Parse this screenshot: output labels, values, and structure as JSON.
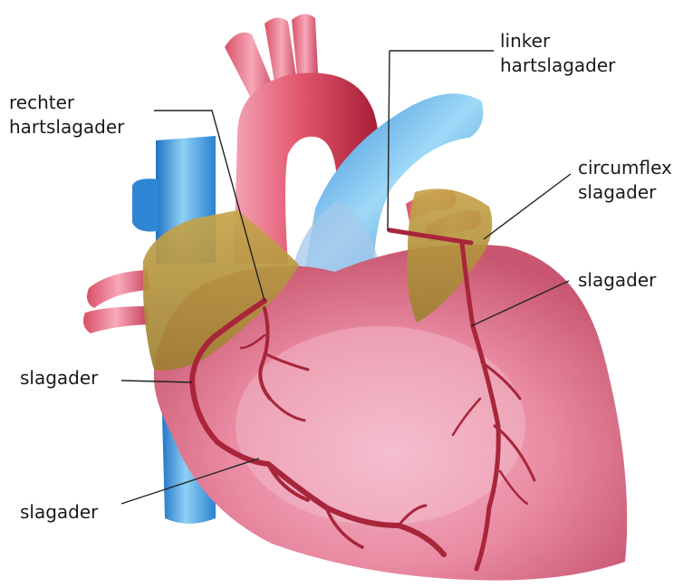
{
  "colors": {
    "background": "#ffffff",
    "heart_muscle": "#e7869c",
    "heart_highlight": "#f6c3d3",
    "aorta": "#d8465c",
    "vein": "#3b97de",
    "atrium": "#b5963a",
    "artery": "#a8253a",
    "leader_line": "#222222",
    "text": "#1a1a1a"
  },
  "labels": {
    "left_coronary": [
      "linker",
      "hartslagader"
    ],
    "right_coronary": [
      "rechter",
      "hartslagader"
    ],
    "circumflex": [
      "circumflex",
      "slagader"
    ],
    "artery_right": "slagader",
    "artery_left_upper": "slagader",
    "artery_left_lower": "slagader"
  }
}
